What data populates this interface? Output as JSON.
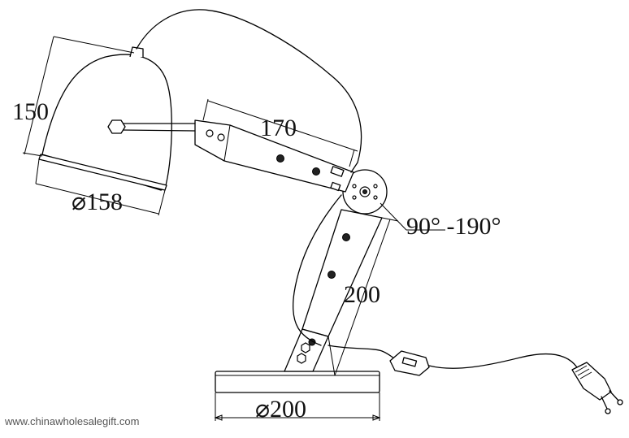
{
  "dimensions": {
    "shade_height": "150",
    "shade_diameter": "⌀158",
    "upper_arm_length": "170",
    "joint_angle": "90° -190°",
    "lower_arm_length": "200",
    "base_diameter": "⌀200"
  },
  "watermark": "www.chinawholesalegift.com"
}
